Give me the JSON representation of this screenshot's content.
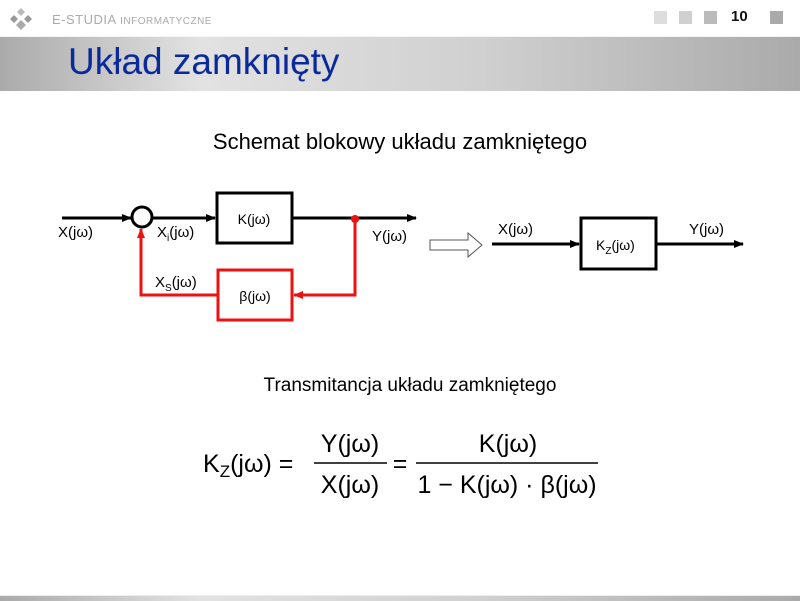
{
  "header": {
    "brand_main": "E-STUDIA",
    "brand_sub": "INFORMATYCZNE",
    "page_number": "10"
  },
  "slide": {
    "title": "Układ zamknięty",
    "subtitle": "Schemat blokowy układu zamkniętego",
    "formula_caption": "Transmitancja układu zamkniętego"
  },
  "diagram": {
    "input_label": "X(jω)",
    "error_label_main": "X",
    "error_label_sub": "i",
    "error_label_tail": "(jω)",
    "forward_block": "K(jω)",
    "output_label": "Y(jω)",
    "feedback_label_main": "X",
    "feedback_label_sub": "S",
    "feedback_label_tail": "(jω)",
    "feedback_block": "β(jω)",
    "equiv_input_label": "X(jω)",
    "equiv_block_main": "K",
    "equiv_block_sub": "Z",
    "equiv_block_tail": "(jω)",
    "equiv_output_label": "Y(jω)",
    "feedback_color": "#ee1111"
  },
  "formula": {
    "lhs_main": "K",
    "lhs_sub": "Z",
    "lhs_tail": "(jω) =",
    "frac1_num": "Y(jω)",
    "frac1_den": "X(jω)",
    "equals": "=",
    "frac2_num": "K(jω)",
    "frac2_den": "1 − K(jω) · β(jω)"
  }
}
